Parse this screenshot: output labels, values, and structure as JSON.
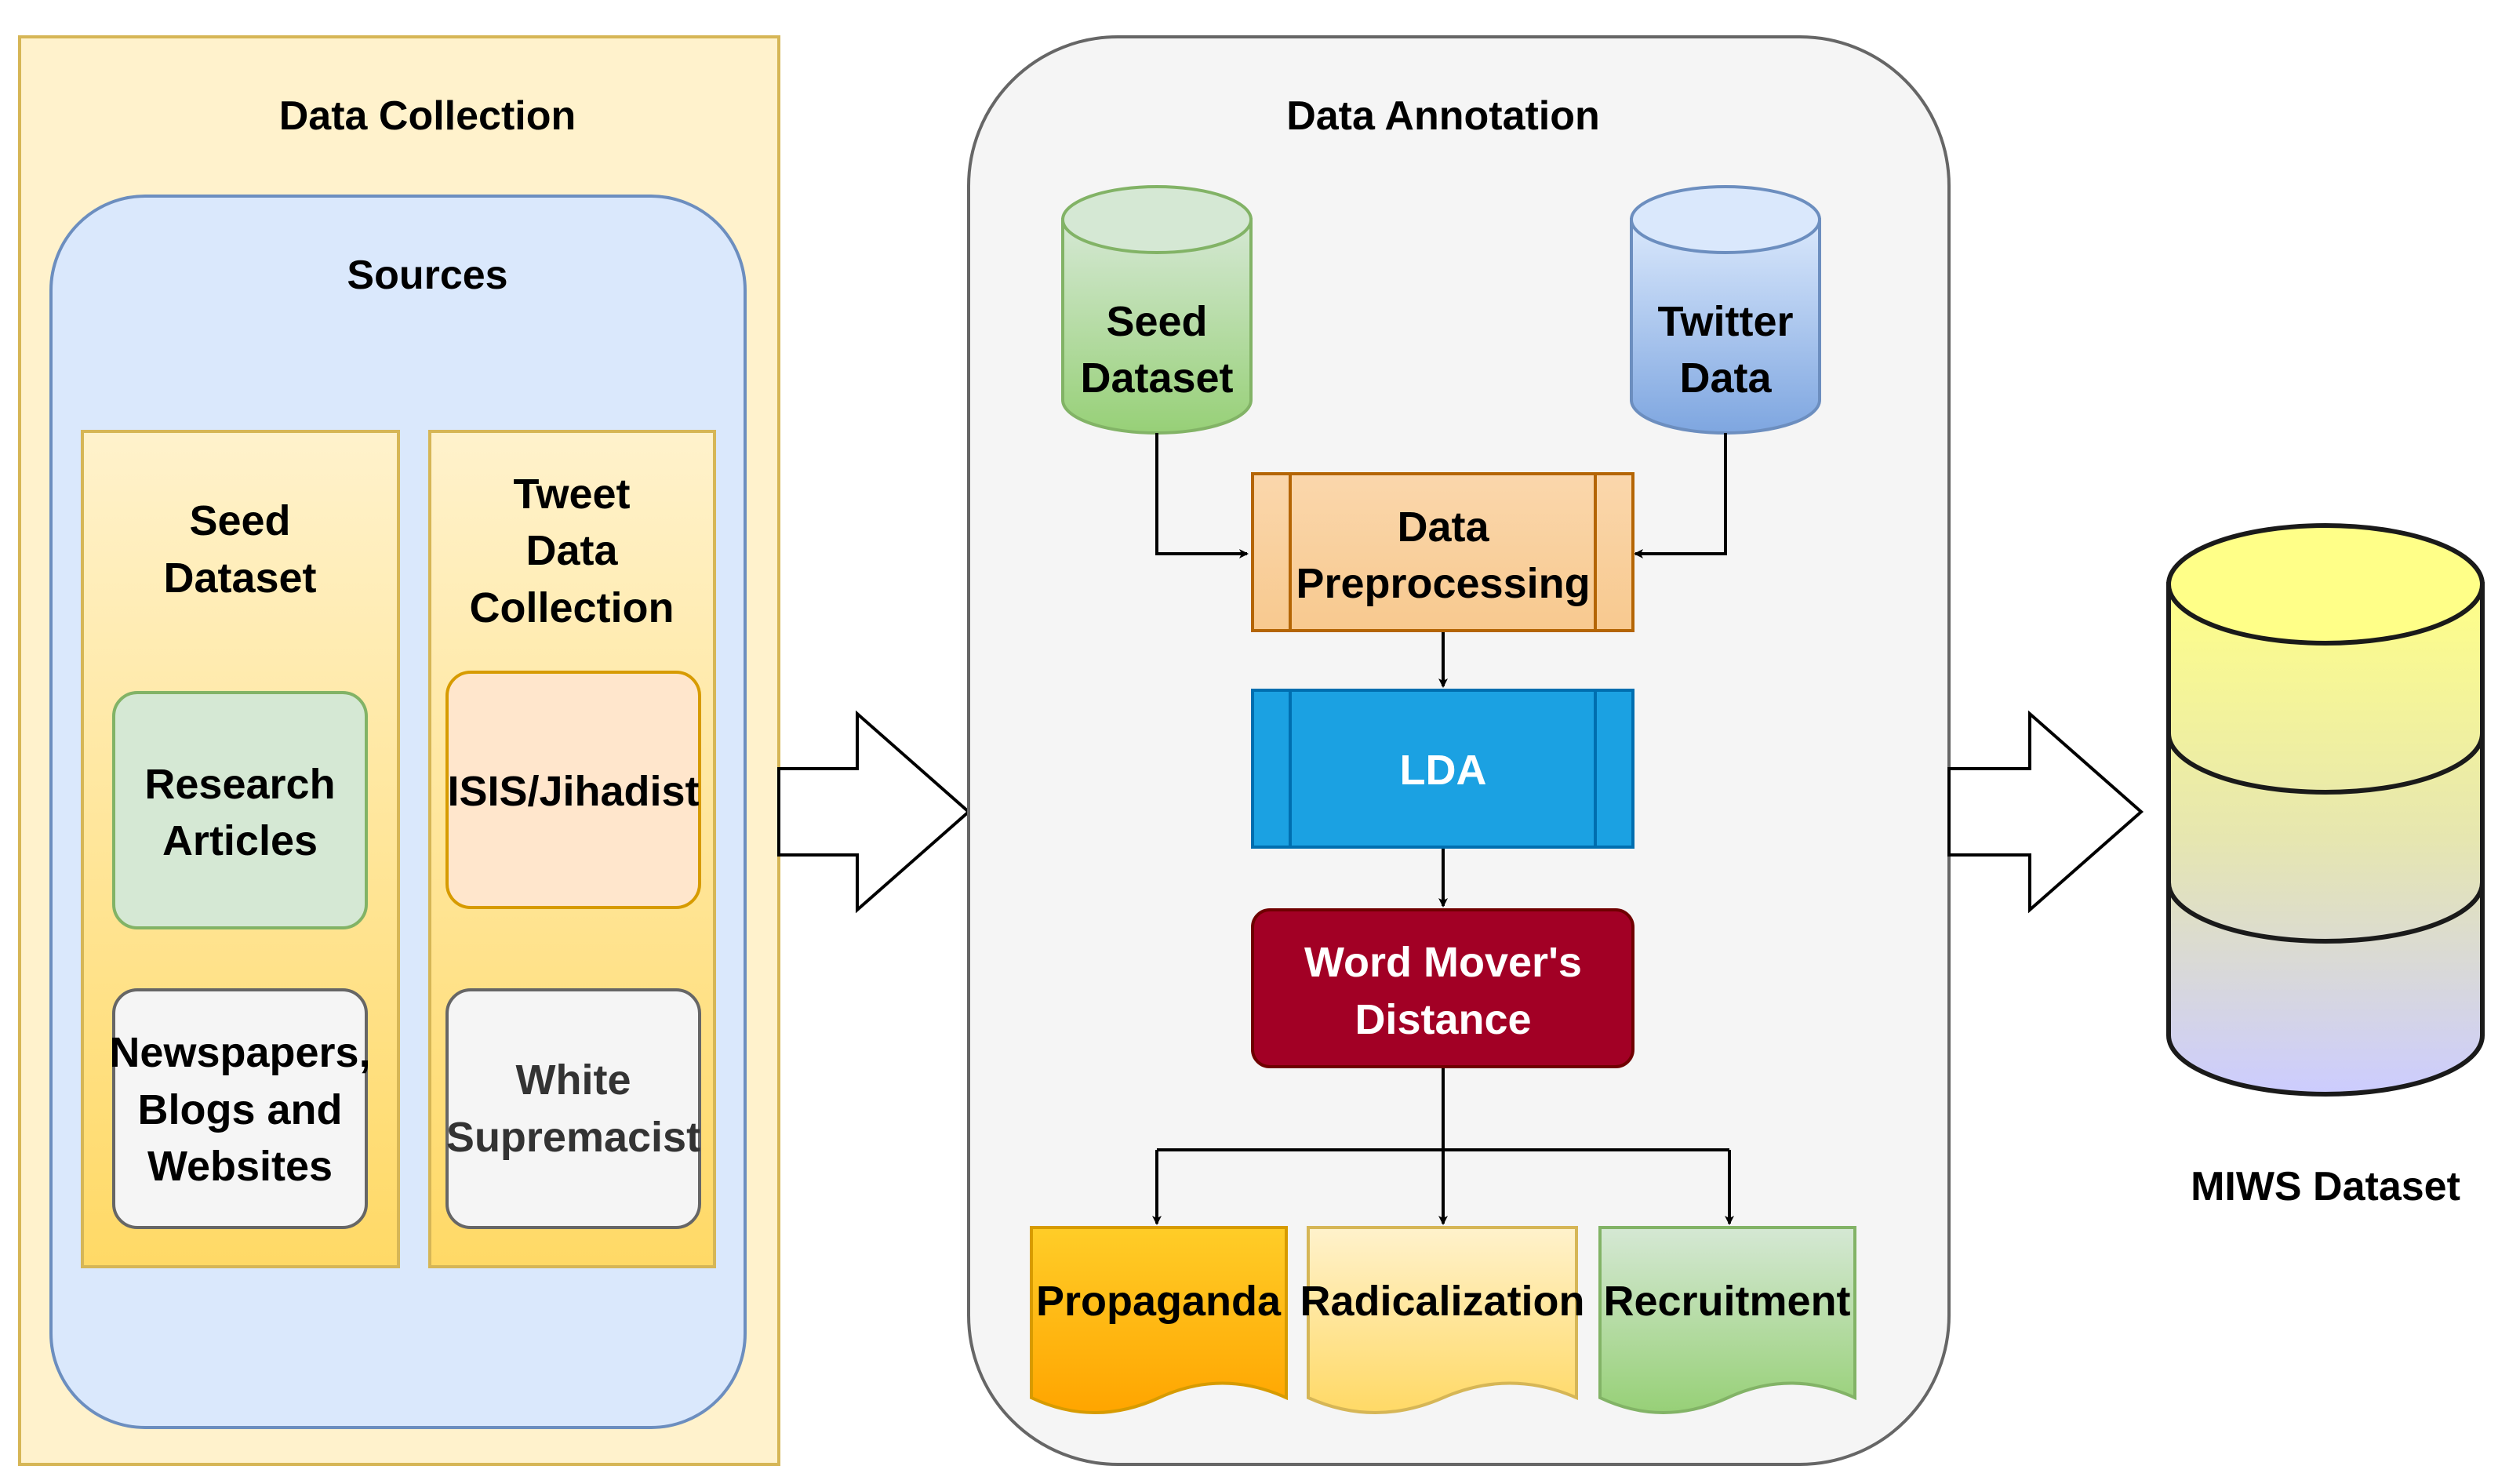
{
  "data_collection": {
    "title": "Data Collection",
    "sources": {
      "title": "Sources",
      "seed_dataset": {
        "title_lines": [
          "Seed",
          "Dataset"
        ],
        "items": [
          {
            "lines": [
              "Research",
              "Articles"
            ]
          },
          {
            "lines": [
              "Newspapers,",
              "Blogs and",
              "Websites"
            ]
          }
        ]
      },
      "tweet_collection": {
        "title_lines": [
          "Tweet",
          "Data",
          "Collection"
        ],
        "items": [
          {
            "lines": [
              "ISIS/Jihadist"
            ]
          },
          {
            "lines": [
              "White",
              "Supremacist"
            ]
          }
        ]
      }
    }
  },
  "data_annotation": {
    "title": "Data Annotation",
    "seed_db": {
      "lines": [
        "Seed",
        "Dataset"
      ]
    },
    "twitter_db": {
      "lines": [
        "Twitter",
        "Data"
      ]
    },
    "preprocessing": {
      "lines": [
        "Data",
        "Preprocessing"
      ]
    },
    "lda": {
      "lines": [
        "LDA"
      ]
    },
    "wmd": {
      "lines": [
        "Word Mover's",
        "Distance"
      ]
    },
    "outputs": [
      {
        "label": "Propaganda"
      },
      {
        "label": "Radicalization"
      },
      {
        "label": "Recruitment"
      }
    ]
  },
  "result": {
    "label": "MIWS Dataset"
  },
  "colors": {
    "collection_bg": "#fff2cc",
    "collection_border": "#d6b656",
    "sources_bg": "#dae8fc",
    "sources_border": "#6c8ebf",
    "annotation_bg": "#f5f5f5",
    "annotation_border": "#666666",
    "seed_db_fill": "#b9e0a5",
    "twitter_db_fill": "#a9c4eb",
    "preprocessing_fill": "#fad7ac",
    "lda_fill": "#1ba1e2",
    "wmd_fill": "#a20025",
    "propaganda_fill": "#ffcd28",
    "radicalization_fill": "#fff2cc",
    "recruitment_fill": "#d5e8d4",
    "research_fill": "#d5e8d4",
    "isis_fill": "#ffe6cc",
    "white_fill": "#f5f5f5",
    "newspaper_fill": "#f5f5f5"
  }
}
